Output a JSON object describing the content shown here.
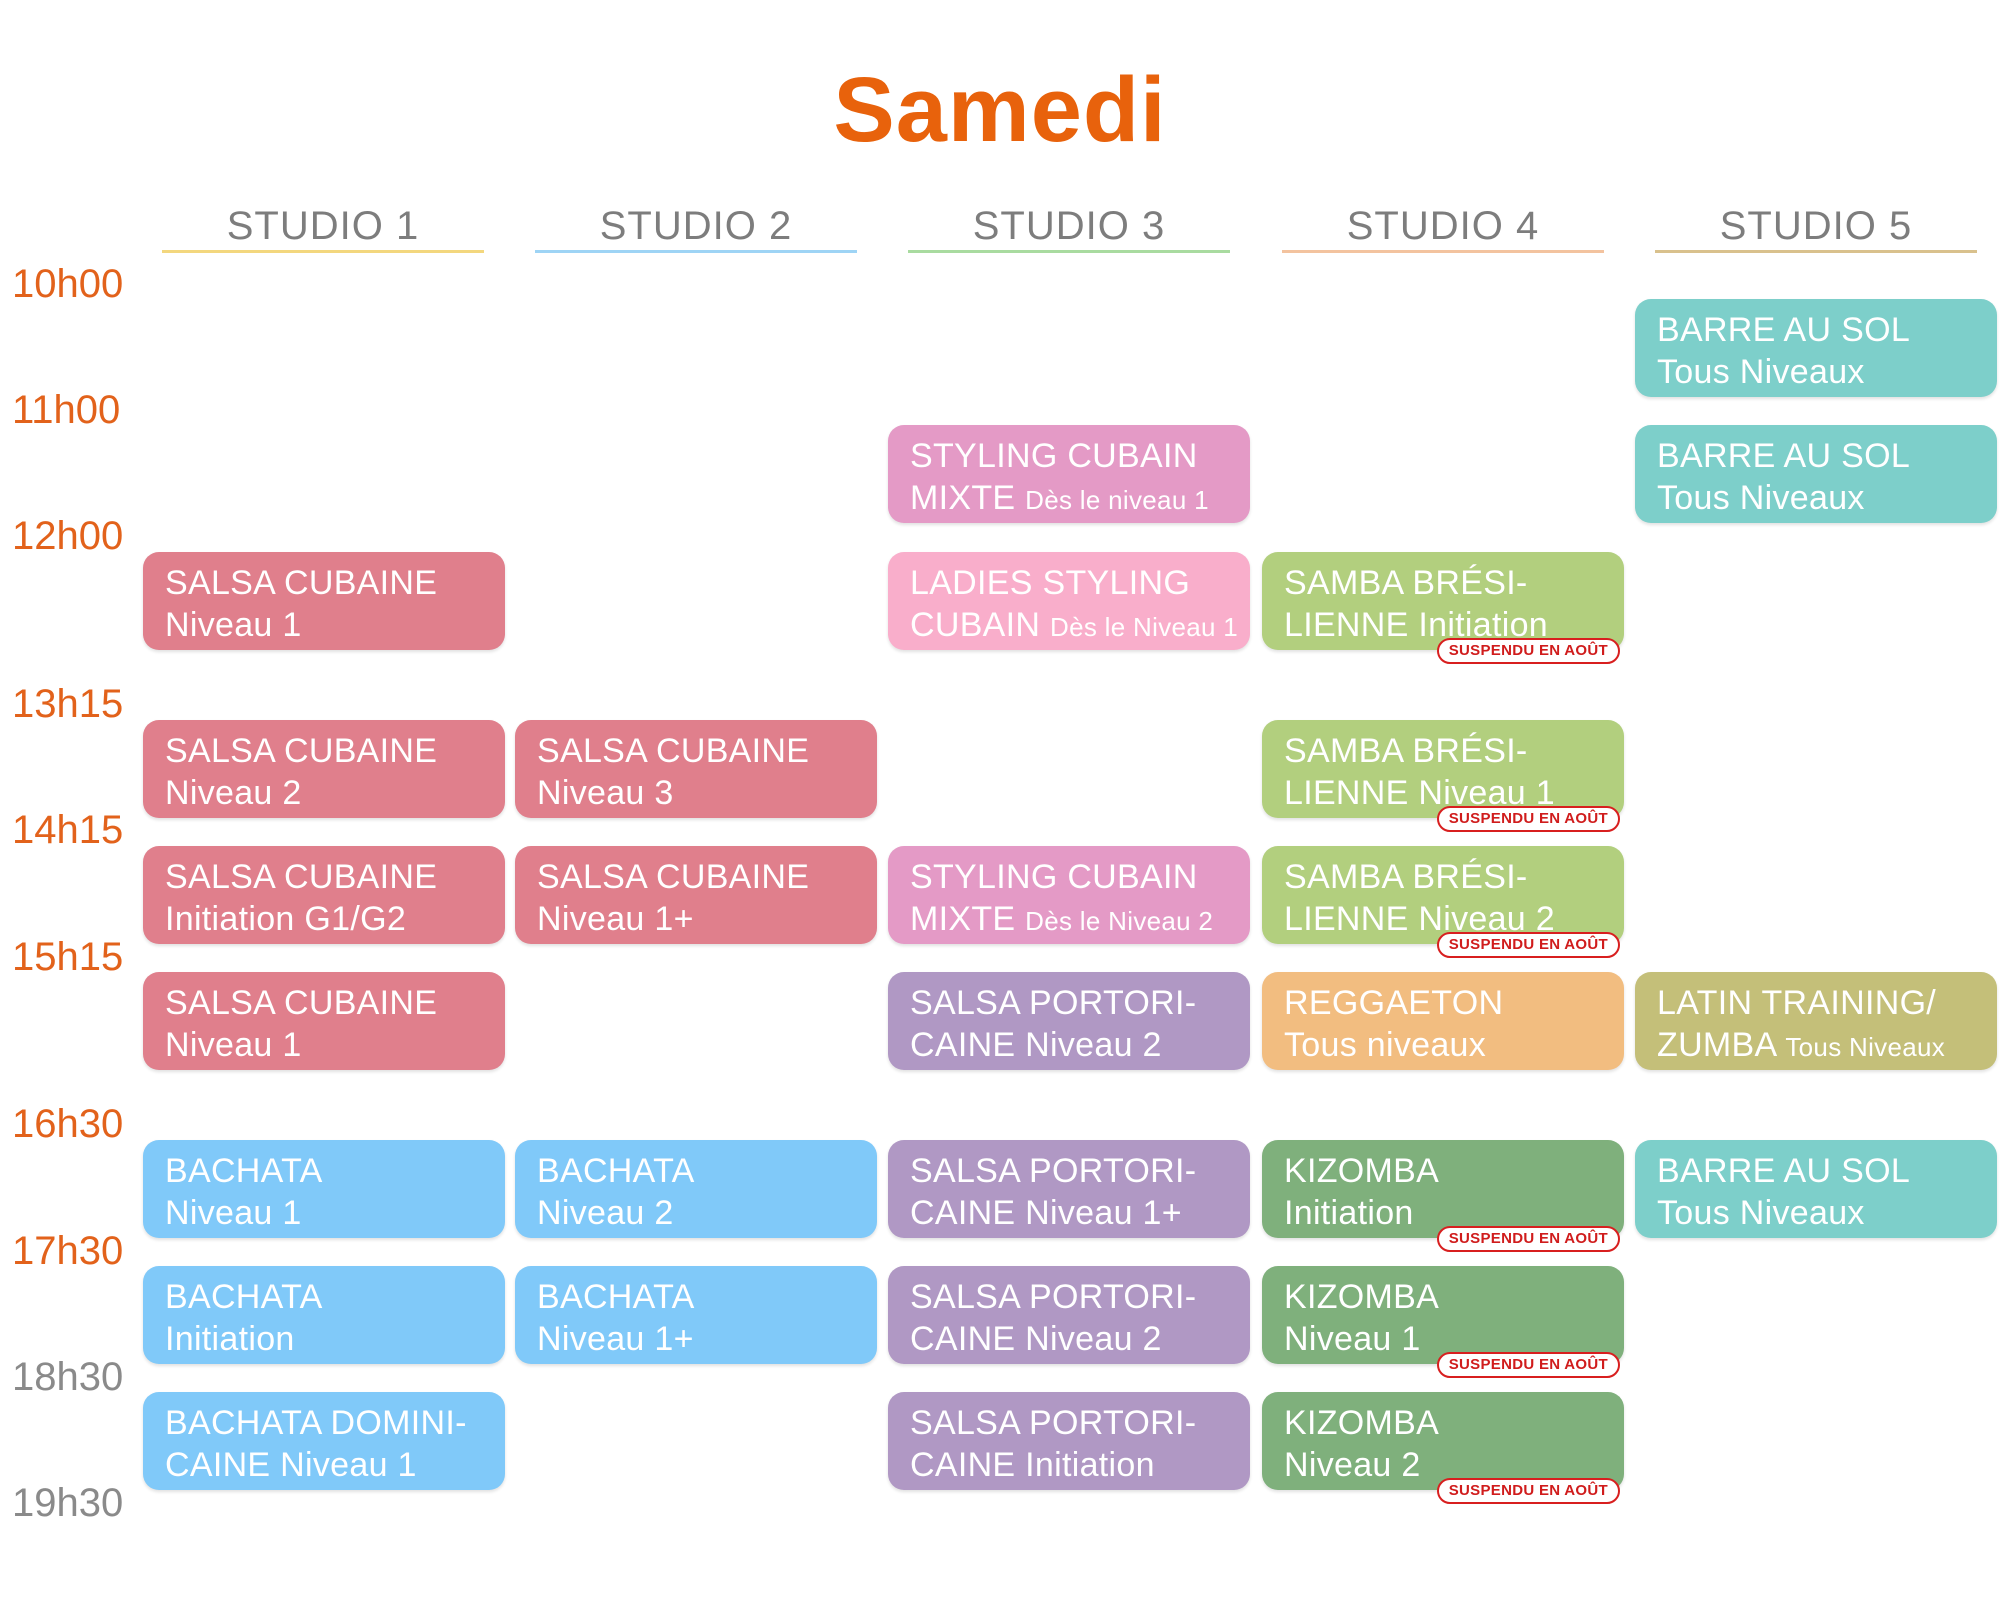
{
  "title": "Samedi",
  "studios": [
    "STUDIO 1",
    "STUDIO 2",
    "STUDIO 3",
    "STUDIO 4",
    "STUDIO 5"
  ],
  "studio_colors": [
    "#f3d77e",
    "#9ed4f5",
    "#a9dba0",
    "#f3c39f",
    "#d9c18d"
  ],
  "times": [
    "10h00",
    "11h00",
    "12h00",
    "13h15",
    "14h15",
    "15h15",
    "16h30",
    "17h30",
    "18h30",
    "19h30"
  ],
  "time_colors": [
    "#e2621b",
    "#e2621b",
    "#e2621b",
    "#e2621b",
    "#e2621b",
    "#e2621b",
    "#e2621b",
    "#e2621b",
    "#8a8a8a",
    "#8a8a8a"
  ],
  "badge_text": "SUSPENDU EN AOÛT",
  "colors": {
    "salsa_cubaine": "#e07f8c",
    "styling_mixte": "#e49ac6",
    "ladies_styling": "#f9aecb",
    "samba": "#b2cf7e",
    "barre": "#7dcfca",
    "portoricaine": "#b098c4",
    "reggaeton": "#f2bd80",
    "latin_training": "#c4bf79",
    "bachata": "#80c9f9",
    "kizomba": "#7fb07c"
  },
  "classes": [
    {
      "studio": 5,
      "slot": 0,
      "line1": "BARRE AU SOL",
      "line2": "Tous Niveaux",
      "line2_small": "",
      "color": "barre",
      "suspended": false
    },
    {
      "studio": 5,
      "slot": 1,
      "line1": "BARRE AU SOL",
      "line2": "Tous Niveaux",
      "line2_small": "",
      "color": "barre",
      "suspended": false
    },
    {
      "studio": 3,
      "slot": 1,
      "line1": "STYLING CUBAIN",
      "line2": "MIXTE ",
      "line2_small": "Dès le niveau 1",
      "color": "styling_mixte",
      "suspended": false
    },
    {
      "studio": 1,
      "slot": 2,
      "line1": "SALSA CUBAINE",
      "line2": "Niveau 1",
      "line2_small": "",
      "color": "salsa_cubaine",
      "suspended": false
    },
    {
      "studio": 3,
      "slot": 2,
      "line1": "LADIES STYLING",
      "line2": "CUBAIN ",
      "line2_small": "Dès le Niveau 1",
      "color": "ladies_styling",
      "suspended": false
    },
    {
      "studio": 4,
      "slot": 2,
      "line1": "SAMBA BRÉSI-",
      "line2": "LIENNE Initiation",
      "line2_small": "",
      "color": "samba",
      "suspended": true
    },
    {
      "studio": 1,
      "slot": 3,
      "line1": "SALSA CUBAINE",
      "line2": "Niveau 2",
      "line2_small": "",
      "color": "salsa_cubaine",
      "suspended": false
    },
    {
      "studio": 2,
      "slot": 3,
      "line1": "SALSA CUBAINE",
      "line2": "Niveau 3",
      "line2_small": "",
      "color": "salsa_cubaine",
      "suspended": false
    },
    {
      "studio": 4,
      "slot": 3,
      "line1": "SAMBA BRÉSI-",
      "line2": "LIENNE Niveau 1",
      "line2_small": "",
      "color": "samba",
      "suspended": true
    },
    {
      "studio": 1,
      "slot": 4,
      "line1": "SALSA CUBAINE",
      "line2": "Initiation G1/G2",
      "line2_small": "",
      "color": "salsa_cubaine",
      "suspended": false
    },
    {
      "studio": 2,
      "slot": 4,
      "line1": "SALSA CUBAINE",
      "line2": "Niveau 1+",
      "line2_small": "",
      "color": "salsa_cubaine",
      "suspended": false
    },
    {
      "studio": 3,
      "slot": 4,
      "line1": "STYLING CUBAIN",
      "line2": "MIXTE ",
      "line2_small": "Dès le Niveau 2",
      "color": "styling_mixte",
      "suspended": false
    },
    {
      "studio": 4,
      "slot": 4,
      "line1": "SAMBA BRÉSI-",
      "line2": "LIENNE Niveau 2",
      "line2_small": "",
      "color": "samba",
      "suspended": true
    },
    {
      "studio": 1,
      "slot": 5,
      "line1": "SALSA CUBAINE",
      "line2": "Niveau 1",
      "line2_small": "",
      "color": "salsa_cubaine",
      "suspended": false
    },
    {
      "studio": 3,
      "slot": 5,
      "line1": "SALSA PORTORI-",
      "line2": "CAINE Niveau 2",
      "line2_small": "",
      "color": "portoricaine",
      "suspended": false
    },
    {
      "studio": 4,
      "slot": 5,
      "line1": "REGGAETON",
      "line2": "Tous niveaux",
      "line2_small": "",
      "color": "reggaeton",
      "suspended": false
    },
    {
      "studio": 5,
      "slot": 5,
      "line1": "LATIN TRAINING/",
      "line2": "ZUMBA ",
      "line2_small": "Tous Niveaux",
      "color": "latin_training",
      "suspended": false
    },
    {
      "studio": 1,
      "slot": 6,
      "line1": "BACHATA",
      "line2": "Niveau 1",
      "line2_small": "",
      "color": "bachata",
      "suspended": false
    },
    {
      "studio": 2,
      "slot": 6,
      "line1": "BACHATA",
      "line2": "Niveau 2",
      "line2_small": "",
      "color": "bachata",
      "suspended": false
    },
    {
      "studio": 3,
      "slot": 6,
      "line1": "SALSA PORTORI-",
      "line2": "CAINE Niveau 1+",
      "line2_small": "",
      "color": "portoricaine",
      "suspended": false
    },
    {
      "studio": 4,
      "slot": 6,
      "line1": "KIZOMBA",
      "line2": "Initiation",
      "line2_small": "",
      "color": "kizomba",
      "suspended": true
    },
    {
      "studio": 5,
      "slot": 6,
      "line1": "BARRE AU SOL",
      "line2": "Tous Niveaux",
      "line2_small": "",
      "color": "barre",
      "suspended": false
    },
    {
      "studio": 1,
      "slot": 7,
      "line1": "BACHATA",
      "line2": "Initiation",
      "line2_small": "",
      "color": "bachata",
      "suspended": false
    },
    {
      "studio": 2,
      "slot": 7,
      "line1": "BACHATA",
      "line2": "Niveau 1+",
      "line2_small": "",
      "color": "bachata",
      "suspended": false
    },
    {
      "studio": 3,
      "slot": 7,
      "line1": "SALSA PORTORI-",
      "line2": "CAINE Niveau 2",
      "line2_small": "",
      "color": "portoricaine",
      "suspended": false
    },
    {
      "studio": 4,
      "slot": 7,
      "line1": "KIZOMBA",
      "line2": "Niveau 1",
      "line2_small": "",
      "color": "kizomba",
      "suspended": true
    },
    {
      "studio": 1,
      "slot": 8,
      "line1": "BACHATA DOMINI-",
      "line2": "CAINE Niveau 1",
      "line2_small": "",
      "color": "bachata",
      "suspended": false
    },
    {
      "studio": 3,
      "slot": 8,
      "line1": "SALSA PORTORI-",
      "line2": "CAINE Initiation",
      "line2_small": "",
      "color": "portoricaine",
      "suspended": false
    },
    {
      "studio": 4,
      "slot": 8,
      "line1": "KIZOMBA",
      "line2": "Niveau 2",
      "line2_small": "",
      "color": "kizomba",
      "suspended": true
    }
  ]
}
